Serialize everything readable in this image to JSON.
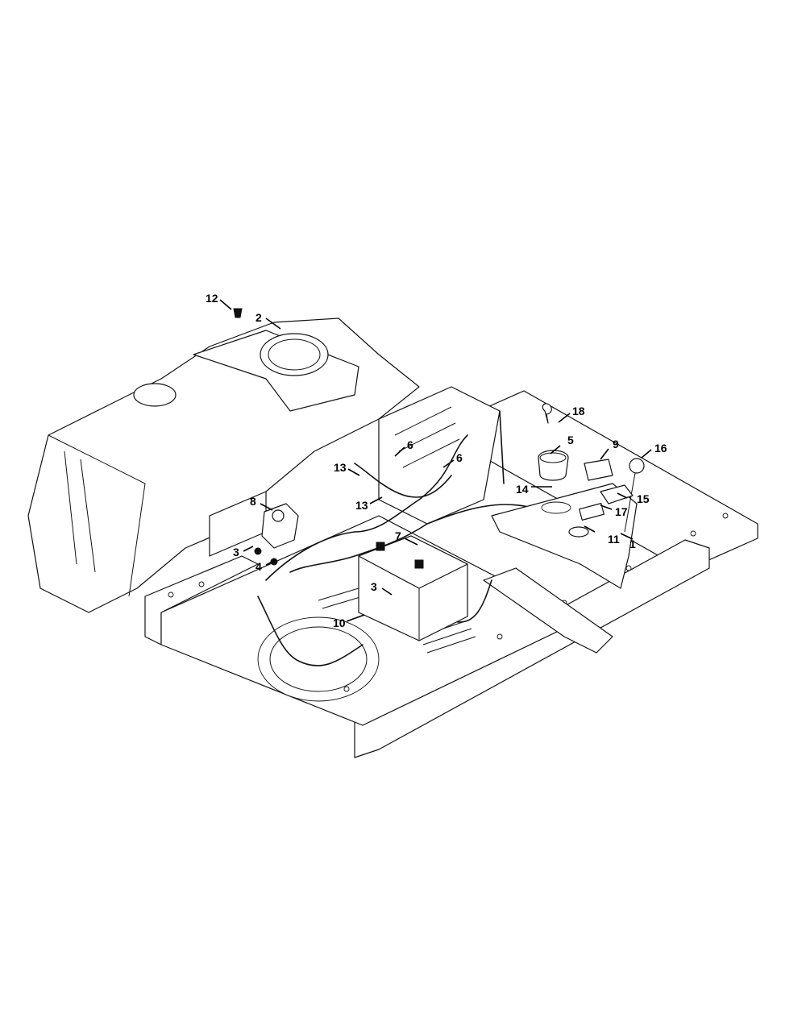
{
  "callouts": [
    {
      "id": "c1",
      "label": "1"
    },
    {
      "id": "c2",
      "label": "2"
    },
    {
      "id": "c3a",
      "label": "3"
    },
    {
      "id": "c3b",
      "label": "3"
    },
    {
      "id": "c4",
      "label": "4"
    },
    {
      "id": "c5",
      "label": "5"
    },
    {
      "id": "c6a",
      "label": "6"
    },
    {
      "id": "c6b",
      "label": "6"
    },
    {
      "id": "c7",
      "label": "7"
    },
    {
      "id": "c8",
      "label": "8"
    },
    {
      "id": "c9",
      "label": "9"
    },
    {
      "id": "c10",
      "label": "10"
    },
    {
      "id": "c11",
      "label": "11"
    },
    {
      "id": "c12",
      "label": "12"
    },
    {
      "id": "c13a",
      "label": "13"
    },
    {
      "id": "c13b",
      "label": "13"
    },
    {
      "id": "c14",
      "label": "14"
    },
    {
      "id": "c15",
      "label": "15"
    },
    {
      "id": "c16",
      "label": "16"
    },
    {
      "id": "c17",
      "label": "17"
    },
    {
      "id": "c18",
      "label": "18"
    }
  ],
  "colors": {
    "line": "#111111",
    "background": "#ffffff"
  }
}
